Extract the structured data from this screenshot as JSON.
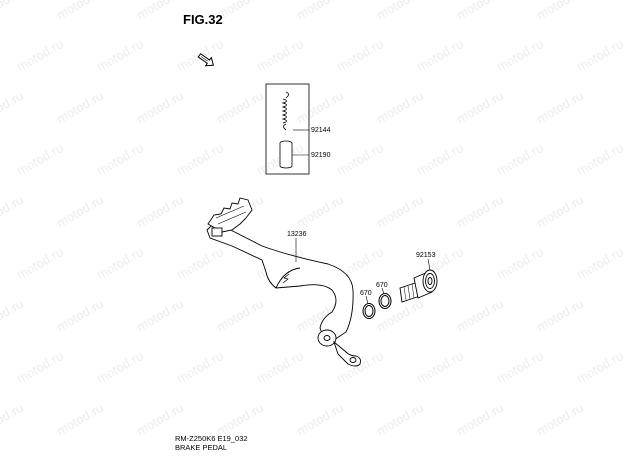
{
  "figure": {
    "title": "FIG.32"
  },
  "watermark": {
    "text": "motod.ru"
  },
  "parts": [
    {
      "number": "92144"
    },
    {
      "number": "92190"
    },
    {
      "number": "13236"
    },
    {
      "number": "92153"
    },
    {
      "number": "670"
    },
    {
      "number": "670"
    }
  ],
  "footer": {
    "code": "RM-Z250K6 E19_032",
    "caption": "BRAKE PEDAL"
  },
  "icons": {
    "front_arrow": "front-direction-arrow-icon"
  }
}
